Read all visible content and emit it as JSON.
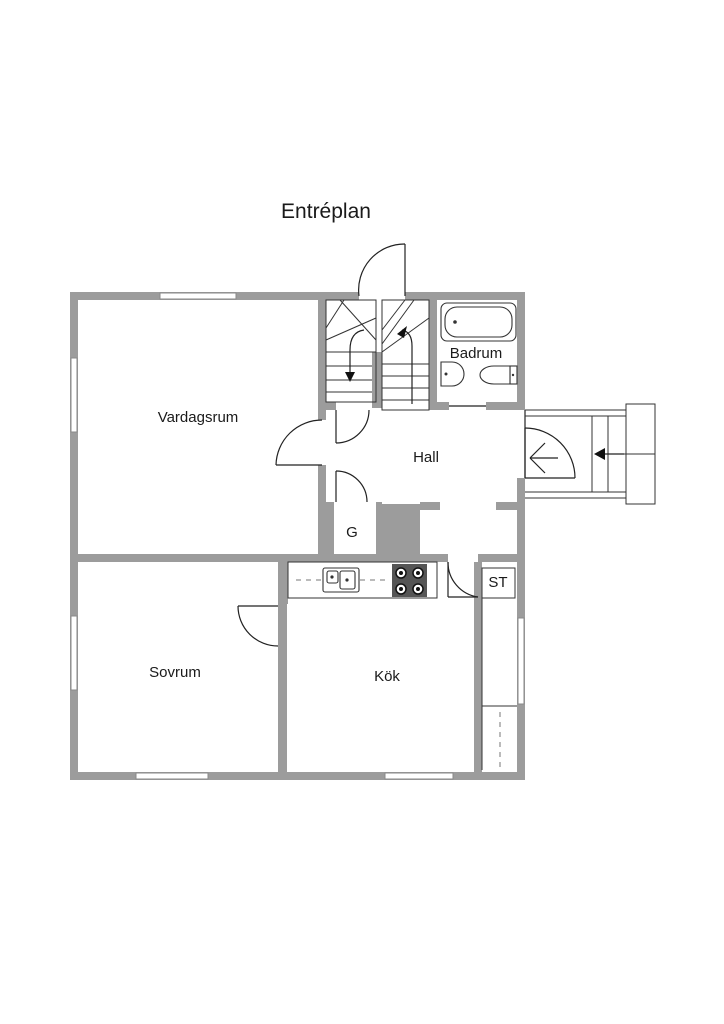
{
  "plan": {
    "title": "Entréplan",
    "rooms": {
      "living_room": "Vardagsrum",
      "hall": "Hall",
      "bathroom": "Badrum",
      "closet": "G",
      "bedroom": "Sovrum",
      "kitchen": "Kök",
      "storage": "ST"
    },
    "colors": {
      "wall": "#9c9c9c",
      "line": "#222222",
      "background": "#ffffff"
    },
    "icons": [
      "door-swing-icon",
      "stair-arrow-icon",
      "entrance-arrow-icon",
      "sink-icon",
      "stove-icon",
      "toilet-icon",
      "bathtub-icon"
    ]
  }
}
